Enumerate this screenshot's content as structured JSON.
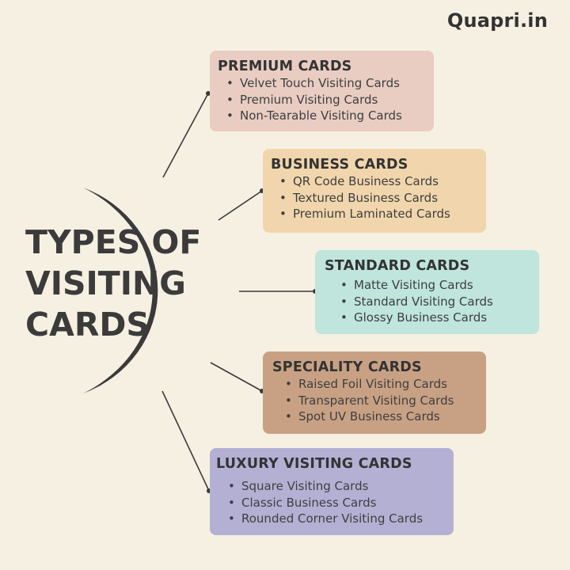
{
  "brand": "Quapri.in",
  "title": [
    "TYPES OF",
    "VISITING",
    "CARDS"
  ],
  "colors": {
    "background": "#f6f0e2",
    "crescent": "#3a3a3a",
    "premium": "#e9cdc2",
    "business": "#f1d6ad",
    "standard": "#bfe5dc",
    "speciality": "#c8a184",
    "luxury": "#b4b0d4"
  },
  "categories": [
    {
      "key": "premium",
      "heading": "PREMIUM CARDS",
      "items": [
        "Velvet Touch Visiting Cards",
        "Premium Visiting Cards",
        "Non-Tearable Visiting Cards"
      ]
    },
    {
      "key": "business",
      "heading": "BUSINESS CARDS",
      "items": [
        "QR Code Business Cards",
        "Textured Business Cards",
        "Premium Laminated Cards"
      ]
    },
    {
      "key": "standard",
      "heading": "STANDARD CARDS",
      "items": [
        "Matte Visiting Cards",
        "Standard Visiting Cards",
        "Glossy Business Cards"
      ]
    },
    {
      "key": "speciality",
      "heading": "SPECIALITY CARDS",
      "items": [
        "Raised Foil Visiting Cards",
        "Transparent Visiting Cards",
        "Spot UV Business Cards"
      ]
    },
    {
      "key": "luxury",
      "heading": "LUXURY VISITING CARDS",
      "items": [
        "Square Visiting Cards",
        "Classic Business Cards",
        "Rounded Corner Visiting Cards"
      ]
    }
  ]
}
